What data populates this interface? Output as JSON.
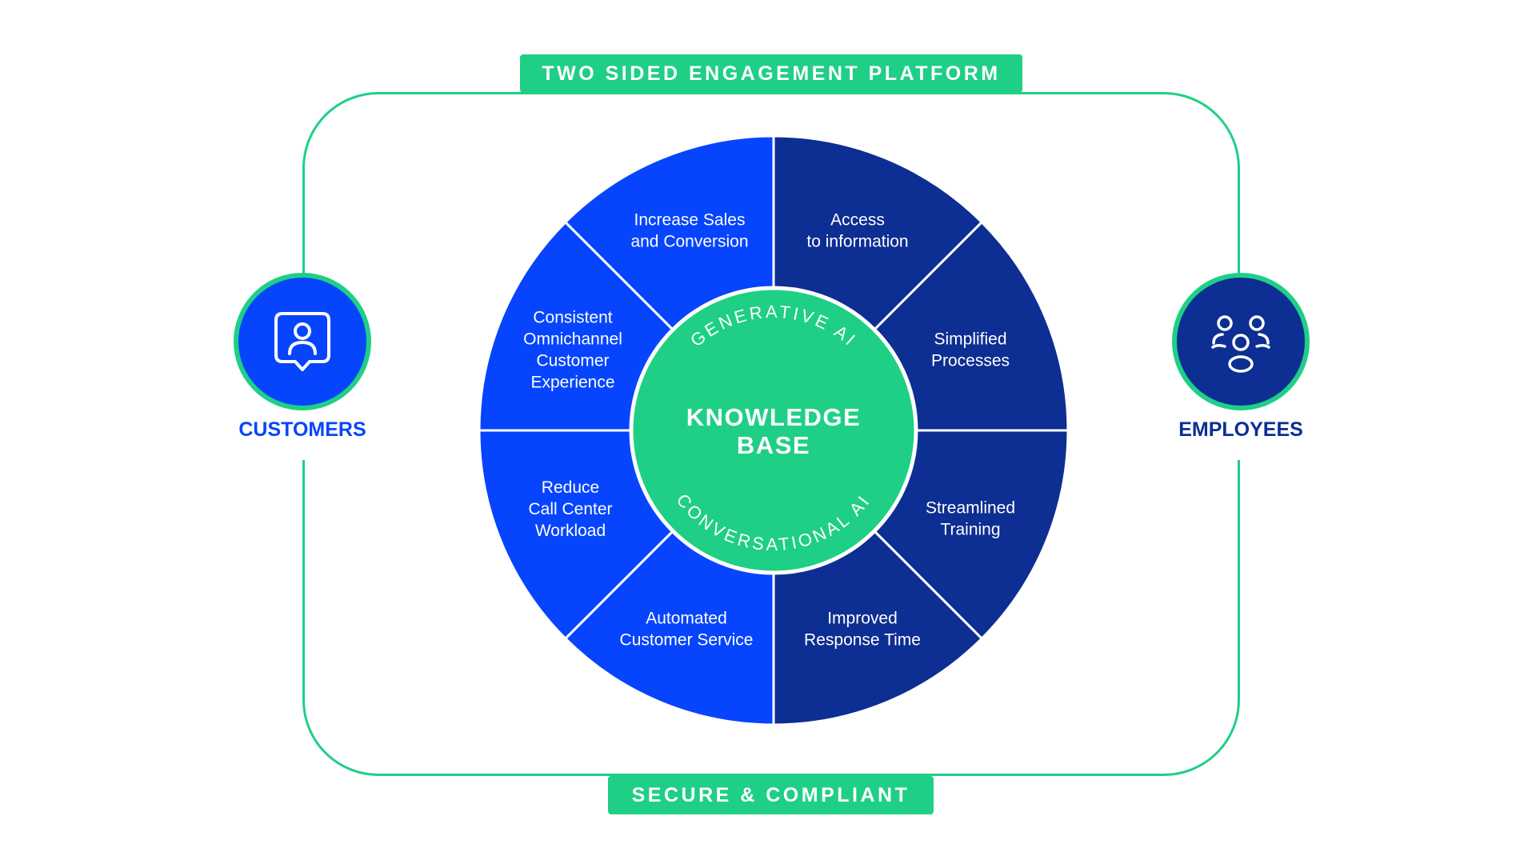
{
  "banner_top": "TWO SIDED ENGAGEMENT PLATFORM",
  "banner_bottom": "SECURE & COMPLIANT",
  "customers": {
    "label": "CUSTOMERS",
    "icon": "customer-profile-icon"
  },
  "employees": {
    "label": "EMPLOYEES",
    "icon": "employee-group-icon"
  },
  "center": {
    "title_line1": "KNOWLEDGE",
    "title_line2": "BASE",
    "arc_top": "GENERATIVE AI",
    "arc_bottom": "CONVERSATIONAL AI"
  },
  "segments": [
    {
      "id": "access-to-information",
      "side": "employees",
      "lines": [
        "Access",
        "to information"
      ]
    },
    {
      "id": "simplified-processes",
      "side": "employees",
      "lines": [
        "Simplified",
        "Processes"
      ]
    },
    {
      "id": "streamlined-training",
      "side": "employees",
      "lines": [
        "Streamlined",
        "Training"
      ]
    },
    {
      "id": "improved-response-time",
      "side": "employees",
      "lines": [
        "Improved",
        "Response Time"
      ]
    },
    {
      "id": "automated-customer-service",
      "side": "customers",
      "lines": [
        "Automated",
        "Customer Service"
      ]
    },
    {
      "id": "reduce-call-center-workload",
      "side": "customers",
      "lines": [
        "Reduce",
        "Call Center",
        "Workload"
      ]
    },
    {
      "id": "consistent-omnichannel-customer-experience",
      "side": "customers",
      "lines": [
        "Consistent",
        "Omnichannel",
        "Customer",
        "Experience"
      ]
    },
    {
      "id": "increase-sales-and-conversion",
      "side": "customers",
      "lines": [
        "Increase Sales",
        "and Conversion"
      ]
    }
  ],
  "colors": {
    "customers": "#0645fd",
    "employees": "#0d2e93",
    "accent": "#1fcf86"
  }
}
